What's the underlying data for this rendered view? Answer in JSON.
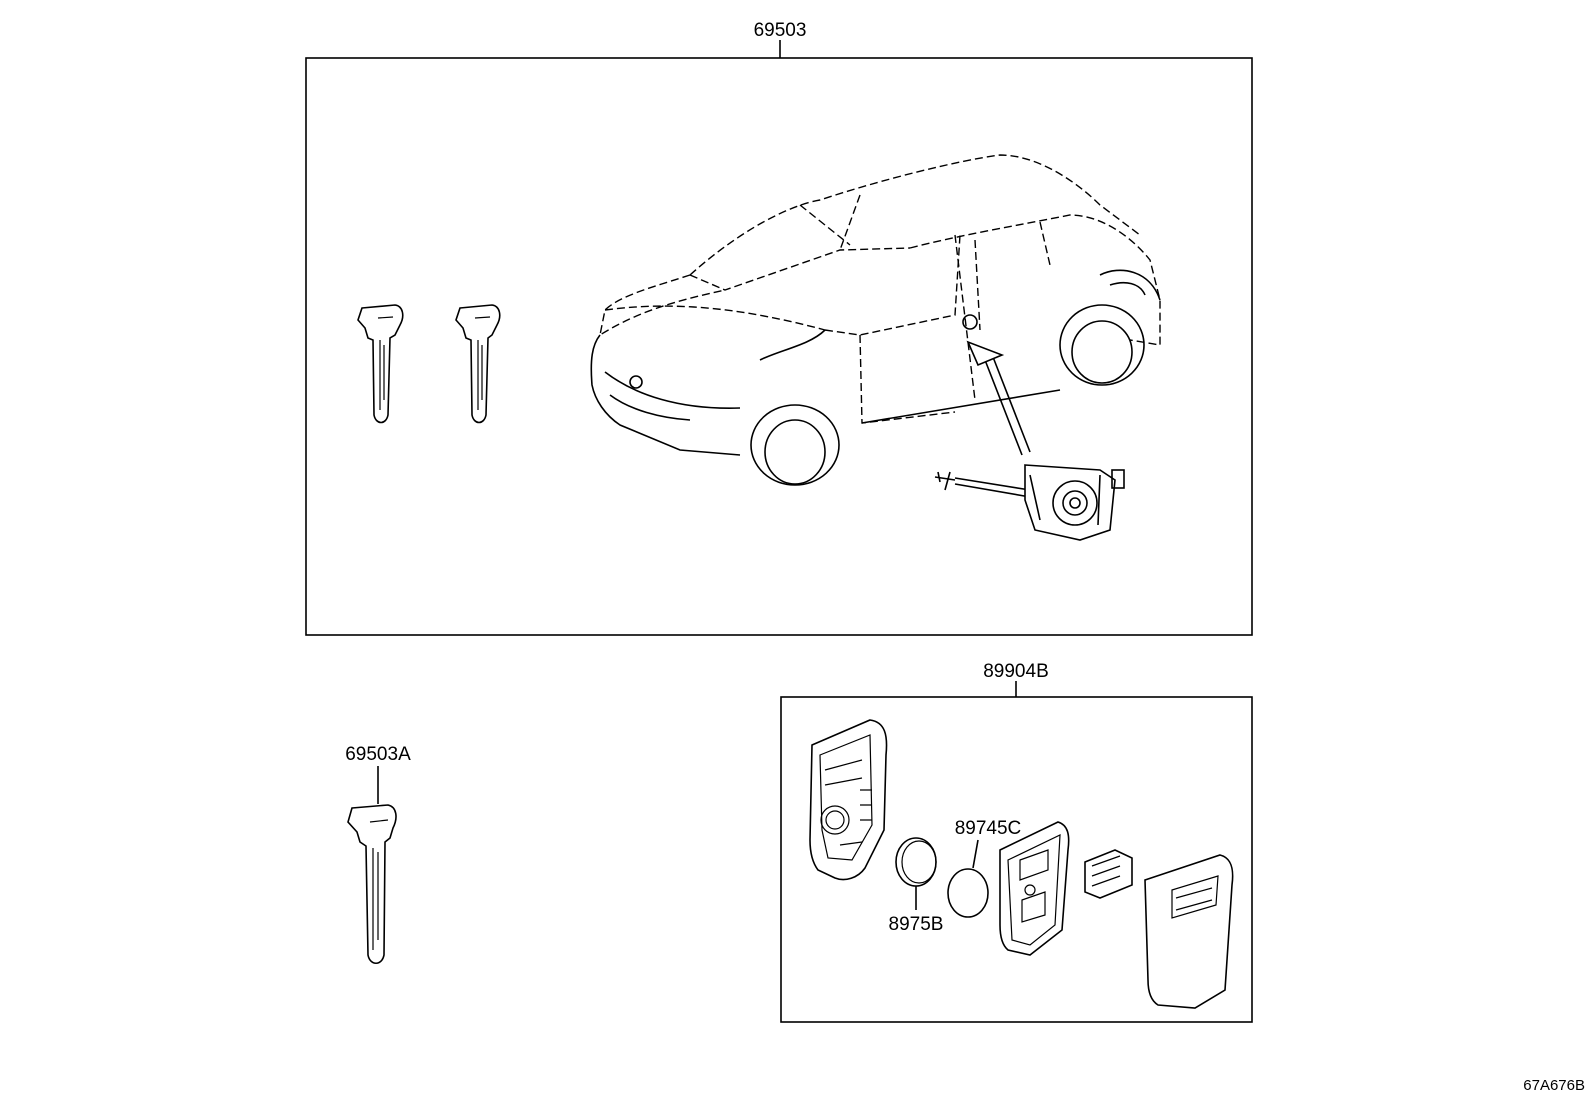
{
  "labels": {
    "assembly_top": "69503",
    "key_plate": "69503A",
    "transmitter_assembly": "89904B",
    "battery": "8975B",
    "cover": "89745C",
    "illustration_code": "67A676B"
  }
}
